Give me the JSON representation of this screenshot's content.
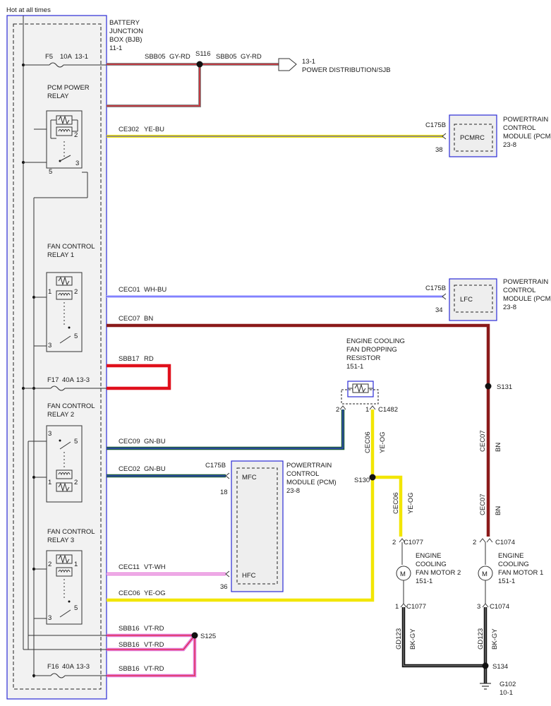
{
  "header": {
    "hot_label": "Hot at all times"
  },
  "bjb": {
    "label_lines": [
      "BATTERY",
      "JUNCTION",
      "BOX (BJB)",
      "11-1"
    ]
  },
  "fuses": {
    "f5": {
      "name": "F5",
      "rating": "10A",
      "ref": "13-1"
    },
    "f17": {
      "name": "F17",
      "rating": "40A",
      "ref": "13-3"
    },
    "f16": {
      "name": "F16",
      "rating": "40A",
      "ref": "13-3"
    }
  },
  "relays": {
    "pcm_power": {
      "label_lines": [
        "PCM POWER",
        "RELAY"
      ],
      "pins": {
        "top_right": "2",
        "bottom_left": "5",
        "bottom_right": "3"
      }
    },
    "fan1": {
      "label_lines": [
        "FAN CONTROL",
        "RELAY 1"
      ],
      "pins": {
        "left": "1",
        "right": "2",
        "bottom_right": "5",
        "bottom_left": "3"
      }
    },
    "fan2": {
      "label_lines": [
        "FAN CONTROL",
        "RELAY 2"
      ],
      "pins": {
        "top_left": "3",
        "top_right": "5",
        "bottom_left": "1",
        "bottom_right": "2"
      }
    },
    "fan3": {
      "label_lines": [
        "FAN CONTROL",
        "RELAY 3"
      ],
      "pins": {
        "left": "2",
        "right": "1",
        "bottom_right": "5",
        "bottom_left": "3"
      }
    }
  },
  "wires": {
    "sbb05_a": {
      "circuit": "SBB05",
      "color": "GY-RD"
    },
    "sbb05_b": {
      "circuit": "SBB05",
      "color": "GY-RD"
    },
    "ce302": {
      "circuit": "CE302",
      "color": "YE-BU"
    },
    "cec01": {
      "circuit": "CEC01",
      "color": "WH-BU"
    },
    "cec07": {
      "circuit": "CEC07",
      "color": "BN"
    },
    "cec07_v1": {
      "circuit": "CEC07",
      "color": "BN"
    },
    "cec07_v2": {
      "circuit": "CEC07",
      "color": "BN"
    },
    "sbb17": {
      "circuit": "SBB17",
      "color": "RD"
    },
    "cec09": {
      "circuit": "CEC09",
      "color": "GN-BU"
    },
    "cec02": {
      "circuit": "CEC02",
      "color": "GN-BU"
    },
    "cec11": {
      "circuit": "CEC11",
      "color": "VT-WH"
    },
    "cec06": {
      "circuit": "CEC06",
      "color": "YE-OG"
    },
    "cec06_v1": {
      "circuit": "CEC06",
      "color": "YE-OG"
    },
    "cec06_v2": {
      "circuit": "CEC06",
      "color": "YE-OG"
    },
    "sbb16_1": {
      "circuit": "SBB16",
      "color": "VT-RD"
    },
    "sbb16_2": {
      "circuit": "SBB16",
      "color": "VT-RD"
    },
    "sbb16_3": {
      "circuit": "SBB16",
      "color": "VT-RD"
    },
    "gd123_a": {
      "circuit": "GD123",
      "color": "BK-GY"
    },
    "gd123_b": {
      "circuit": "GD123",
      "color": "BK-GY"
    }
  },
  "splices": {
    "s116": "S116",
    "s131": "S131",
    "s130": "S130",
    "s125": "S125",
    "s134": "S134"
  },
  "power_dist": {
    "ref": "13-1",
    "label": "POWER DISTRIBUTION/SJB"
  },
  "pcm": {
    "label_lines": [
      "POWERTRAIN",
      "CONTROL",
      "MODULE (PCM)",
      "23-8"
    ],
    "block1": {
      "connector": "C175B",
      "pin": "38",
      "signal": "PCMRC"
    },
    "block2": {
      "connector": "C175B",
      "pin": "34",
      "signal": "LFC"
    },
    "block3": {
      "connector": "C175B",
      "pin_mfc": "18",
      "pin_hfc": "36",
      "signal_mfc": "MFC",
      "signal_hfc": "HFC"
    }
  },
  "resistor": {
    "label_lines": [
      "ENGINE COOLING",
      "FAN DROPPING",
      "RESISTOR",
      "151-1"
    ],
    "pin_left": "2",
    "pin_right": "1",
    "connector": "C1482"
  },
  "motor2": {
    "label_lines": [
      "ENGINE",
      "COOLING",
      "FAN MOTOR 2",
      "151-1"
    ],
    "pin_top": "2",
    "conn_top": "C1077",
    "pin_bottom": "1",
    "conn_bottom": "C1077",
    "symbol": "M"
  },
  "motor1": {
    "label_lines": [
      "ENGINE",
      "COOLING",
      "FAN MOTOR 1",
      "151-1"
    ],
    "pin_top": "2",
    "conn_top": "C1074",
    "pin_bottom": "3",
    "conn_bottom": "C1074",
    "symbol": "M"
  },
  "ground": {
    "name": "G102",
    "ref": "10-1"
  },
  "colors": {
    "gy_rd": "#8a8a8a",
    "red": "#e0101c",
    "brown": "#8b1a1a",
    "yellow": "#f2e600",
    "blue": "#3a3aff",
    "white_blue": "#c8c8ff",
    "green": "#1c5a3c",
    "violet": "#e47ad8",
    "black": "#111111",
    "gray": "#999999",
    "frame": "#2b2bd6"
  }
}
